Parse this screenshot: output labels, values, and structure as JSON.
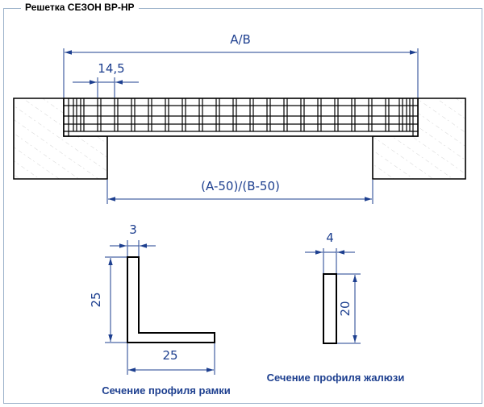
{
  "title": "Решетка СЕЗОН ВР-НР",
  "dimensions": {
    "overall": "A/B",
    "blade_pitch": "14,5",
    "opening": "(A-50)/(B-50)",
    "frame_thickness": "3",
    "frame_height": "25",
    "frame_width": "25",
    "blade_thickness": "4",
    "blade_height": "20"
  },
  "captions": {
    "frame_profile": "Сечение профиля рамки",
    "blade_profile": "Сечение профиля жалюзи"
  },
  "colors": {
    "dimension": "#1d3f8f",
    "outline": "#000000",
    "frame_border": "#9fb4cc",
    "wall_hatch": "#c8c8c8"
  }
}
